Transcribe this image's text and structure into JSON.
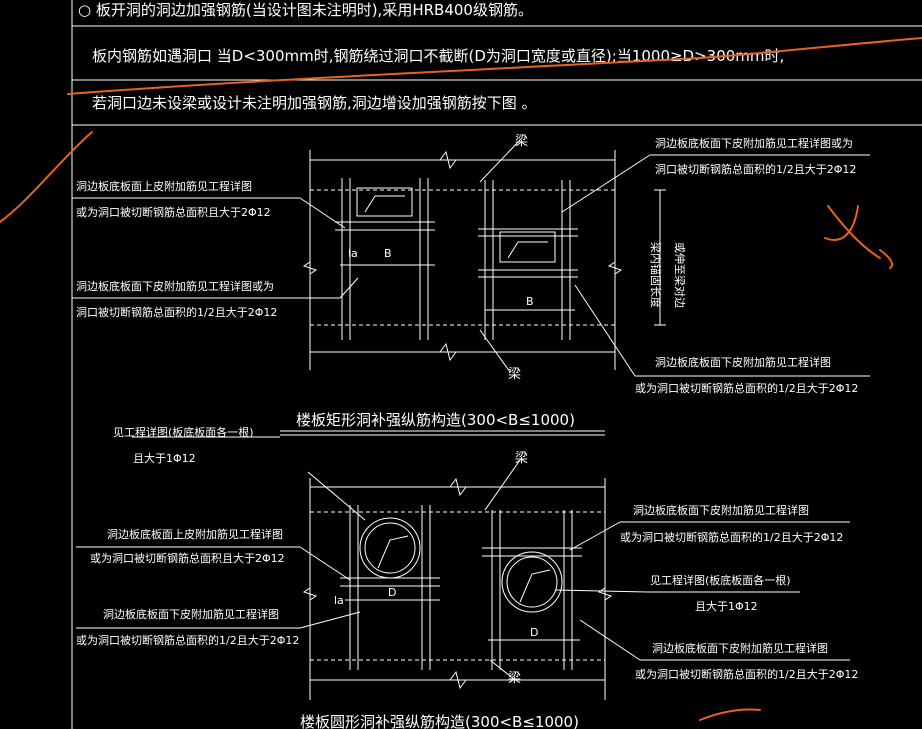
{
  "colors": {
    "background": "#000000",
    "lines": "#ffffff",
    "annotation": "#e8621e"
  },
  "notes": {
    "line1": "○ 板开洞的洞边加强钢筋(当设计图未注明时),采用HRB400级钢筋。",
    "line2": "板内钢筋如遇洞口 当D<300mm时,钢筋绕过洞口不截断(D为洞口宽度或直径);当1000≥D>300mm时,",
    "line3": "若洞口边未设梁或设计未注明加强钢筋,洞边增设加强钢筋按下图 。"
  },
  "rect_detail": {
    "title": "楼板矩形洞补强纵筋构造(300<B≤1000)",
    "beam_top": "梁",
    "beam_bottom": "梁",
    "left_top_1": "洞边板底板面上皮附加筋见工程详图",
    "left_top_2": "或为洞口被切断钢筋总面积且大于2Φ12",
    "left_bottom_1": "洞边板底板面下皮附加筋见工程详图或为",
    "left_bottom_2": "洞口被切断钢筋总面积的1/2且大于2Φ12",
    "right_top_1": "洞边板底板面下皮附加筋见工程详图或为",
    "right_top_2": "洞口被切断钢筋总面积的1/2且大于2Φ12",
    "right_bottom_1": "洞边板底板面下皮附加筋见工程详图",
    "right_bottom_2": "或为洞口被切断钢筋总面积的1/2且大于2Φ12",
    "vertical_1": "梁内锚固长度",
    "vertical_2": "或伸至梁对边",
    "dim_b1": "B",
    "dim_b2": "B",
    "dim_la": "la"
  },
  "round_detail": {
    "title": "楼板圆形洞补强纵筋构造(300<B≤1000)",
    "beam": "梁",
    "beam_bottom": "梁",
    "top_left_1": "见工程详图(板底板面各一根)",
    "top_left_2": "且大于1Φ12",
    "left_top_1": "洞边板底板面上皮附加筋见工程详图",
    "left_top_2": "或为洞口被切断钢筋总面积且大于2Φ12",
    "left_bottom_1": "洞边板底板面下皮附加筋见工程详图",
    "left_bottom_2": "或为洞口被切断钢筋总面积的1/2且大于2Φ12",
    "right_top_1": "洞边板底板面下皮附加筋见工程详图",
    "right_top_2": "或为洞口被切断钢筋总面积的1/2且大于2Φ12",
    "right_mid_1": "见工程详图(板底板面各一根)",
    "right_mid_2": "且大于1Φ12",
    "right_bottom_1": "洞边板底板面下皮附加筋见工程详图",
    "right_bottom_2": "或为洞口被切断钢筋总面积的1/2且大于2Φ12",
    "dim_d1": "D",
    "dim_d2": "D",
    "dim_la": "la"
  }
}
